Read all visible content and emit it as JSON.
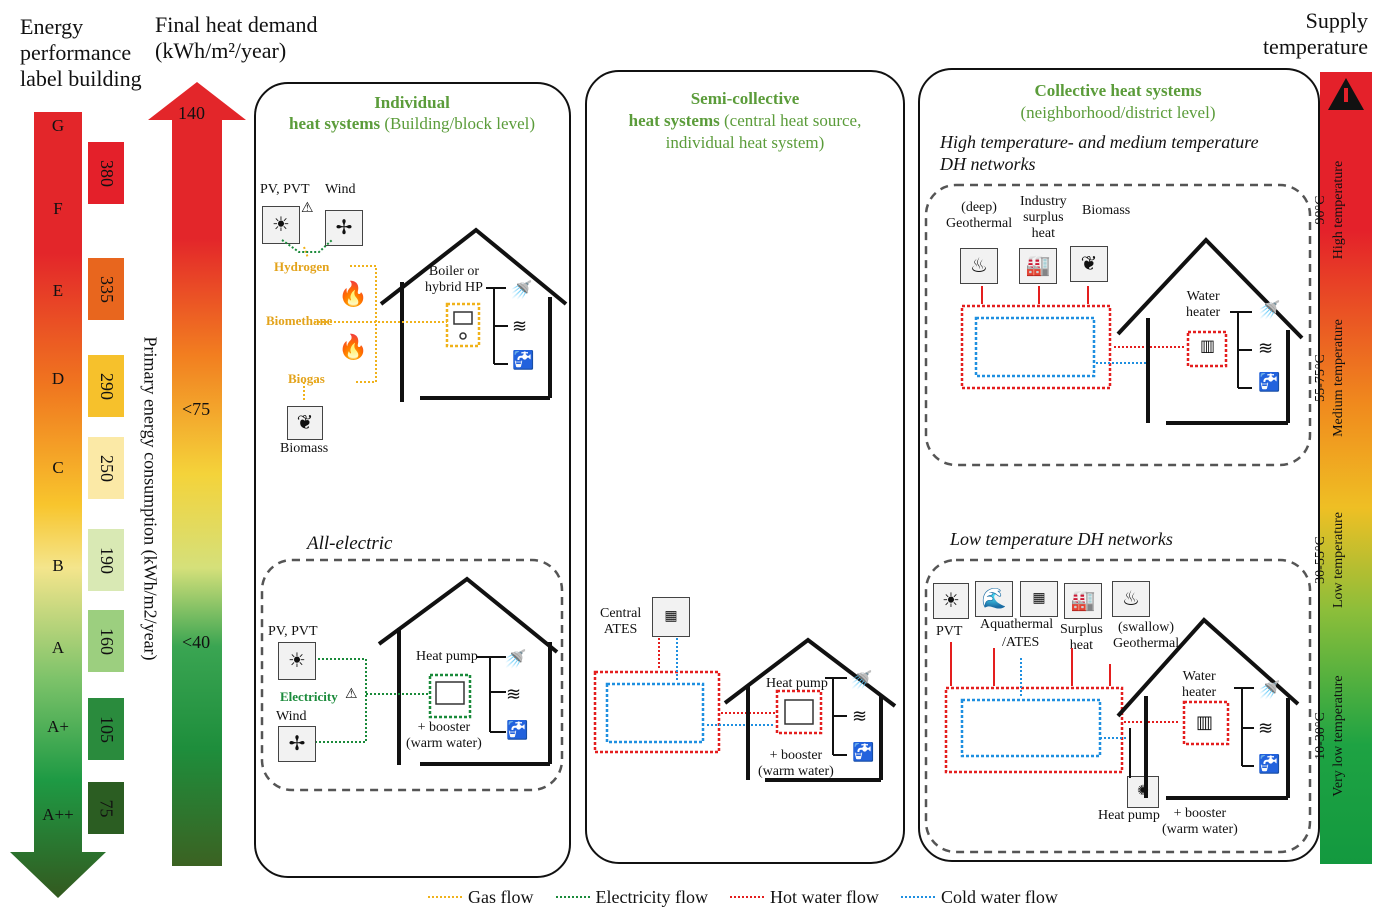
{
  "left": {
    "energy_label_title": [
      "Energy",
      "performance",
      "label building"
    ],
    "heat_demand_title": [
      "Final heat demand",
      "(kWh/m²/year)"
    ],
    "primary_axis_label": "Primary energy consumption (kWh/m2/year)",
    "labels": [
      "G",
      "F",
      "E",
      "D",
      "C",
      "B",
      "A",
      "A+",
      "A++"
    ],
    "consumption": [
      "380",
      "335",
      "290",
      "250",
      "190",
      "160",
      "105",
      "75"
    ],
    "consumption_colors": [
      "#e4202a",
      "#e8661e",
      "#f6c12c",
      "#fbe9a6",
      "#d9e9b4",
      "#9ccf7f",
      "#2a8b3d",
      "#2b5d22"
    ],
    "demand_ticks": [
      "140",
      "<75",
      "<40"
    ]
  },
  "right": {
    "supply_title": [
      "Supply",
      "temperature"
    ],
    "bands": [
      {
        "temp": "90°C",
        "name": "High temperature"
      },
      {
        "temp": "55-75°C",
        "name": "Medium temperature"
      },
      {
        "temp": "30-55°C",
        "name": "Low temperature"
      },
      {
        "temp": "10-30°C",
        "name": "Very low temperature"
      }
    ]
  },
  "individual": {
    "title_bold": "Individual",
    "title_bold2": "heat systems",
    "title_rest": "(Building/block level)",
    "pv_pvt": "PV, PVT",
    "wind": "Wind",
    "hydrogen": "Hydrogen",
    "biomethane": "Biomethane",
    "biogas": "Biogas",
    "biomass": "Biomass",
    "boiler": [
      "Boiler or",
      "hybrid HP"
    ],
    "all_electric": "All-electric",
    "pv_pvt2": "PV, PVT",
    "electricity": "Electricity",
    "wind2": "Wind",
    "heat_pump": "Heat pump",
    "booster": [
      "+ booster",
      "(warm water)"
    ]
  },
  "semi": {
    "title_bold": "Semi-collective",
    "title_bold2": "heat systems",
    "title_rest": "(central heat source,",
    "title_rest2": "individual heat system)",
    "central_ates": [
      "Central",
      "ATES"
    ],
    "heat_pump": "Heat pump",
    "booster": [
      "+ booster",
      "(warm water)"
    ]
  },
  "collective": {
    "title_bold": "Collective heat systems",
    "title_rest": "(neighborhood/district level)",
    "ht_title": [
      "High temperature- and medium temperature",
      "DH networks"
    ],
    "deep_geo": [
      "(deep)",
      "Geothermal"
    ],
    "industry": [
      "Industry",
      "surplus",
      "heat"
    ],
    "biomass": "Biomass",
    "water_heater": [
      "Water",
      "heater"
    ],
    "lt_title": "Low temperature DH networks",
    "pvt": "PVT",
    "aquathermal": "Aquathermal",
    "ates": "/ATES",
    "surplus": [
      "Surplus",
      "heat"
    ],
    "shallow": [
      "(swallow)",
      "Geothermal"
    ],
    "water_heater2": [
      "Water",
      "heater"
    ],
    "heat_pump": "Heat pump",
    "booster": [
      "+ booster",
      "(warm water)"
    ]
  },
  "legend": [
    {
      "label": "Gas flow",
      "color": "#f0b21b"
    },
    {
      "label": "Electricity flow",
      "color": "#1a8a3a"
    },
    {
      "label": "Hot water flow",
      "color": "#e41e1e"
    },
    {
      "label": "Cold water flow",
      "color": "#1e8fe0"
    }
  ]
}
